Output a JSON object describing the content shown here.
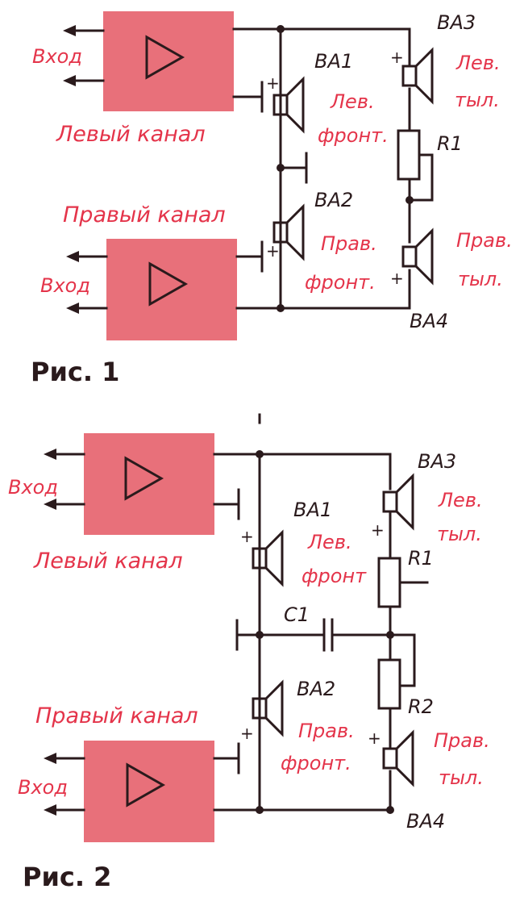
{
  "colors": {
    "amplifier": "#e8707a",
    "labels": "#e4344a",
    "wires": "#2a1a1c"
  },
  "fig1": {
    "caption": "Рис. 1",
    "left_input": "Вход",
    "right_input": "Вход",
    "left_channel": "Левый канал",
    "right_channel": "Правый канал",
    "ba1": "BA1",
    "ba1_desc1": "Лев.",
    "ba1_desc2": "фронт.",
    "ba2": "BA2",
    "ba2_desc1": "Прав.",
    "ba2_desc2": "фронт.",
    "ba3": "BA3",
    "ba3_desc1": "Лев.",
    "ba3_desc2": "тыл.",
    "ba4": "BA4",
    "ba4_desc1": "Прав.",
    "ba4_desc2": "тыл.",
    "r1": "R1",
    "plus": "+"
  },
  "fig2": {
    "caption": "Рис. 2",
    "left_input": "Вход",
    "right_input": "Вход",
    "left_channel": "Левый канал",
    "right_channel": "Правый канал",
    "ba1": "BA1",
    "ba1_desc1": "Лев.",
    "ba1_desc2": "фронт",
    "ba2": "BA2",
    "ba2_desc1": "Прав.",
    "ba2_desc2": "фронт.",
    "ba3": "BA3",
    "ba3_desc1": "Лев.",
    "ba3_desc2": "тыл.",
    "ba4": "BA4",
    "ba4_desc1": "Прав.",
    "ba4_desc2": "тыл.",
    "r1": "R1",
    "r2": "R2",
    "c1": "C1",
    "plus": "+"
  }
}
